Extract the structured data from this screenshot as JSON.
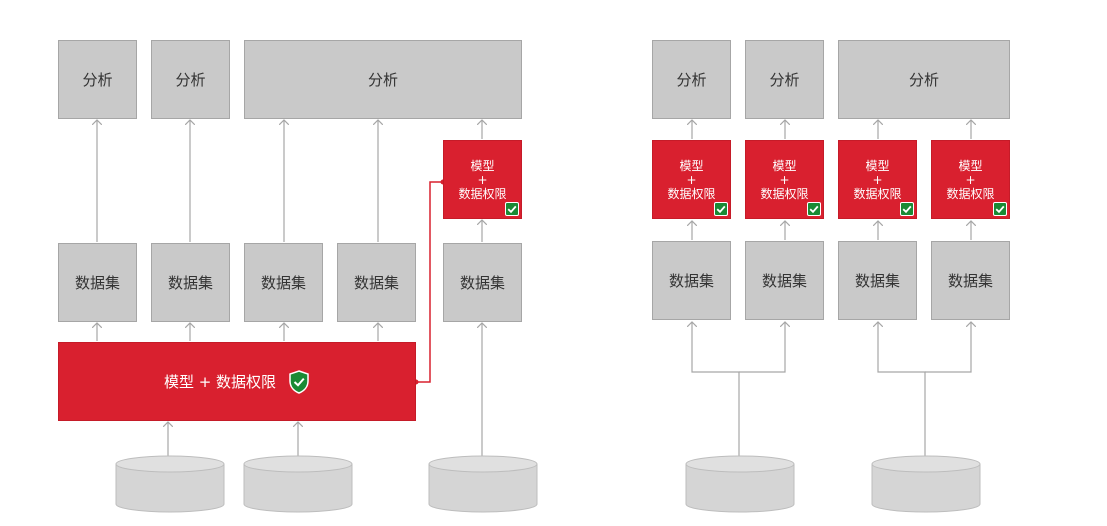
{
  "labels": {
    "analysis": "分析",
    "dataset": "数据集",
    "model_permission_combined": "模型 + 数据权限",
    "model_line1": "模型",
    "plus": "+",
    "permission_line": "数据权限"
  },
  "icons": {
    "check_badge": "shield-check-icon"
  },
  "colors": {
    "gray_box": "#c9c9c9",
    "red_box": "#d9202f",
    "connector": "#a6a6a6",
    "red_connector": "#d9202f",
    "badge_green": "#1a8a35"
  }
}
